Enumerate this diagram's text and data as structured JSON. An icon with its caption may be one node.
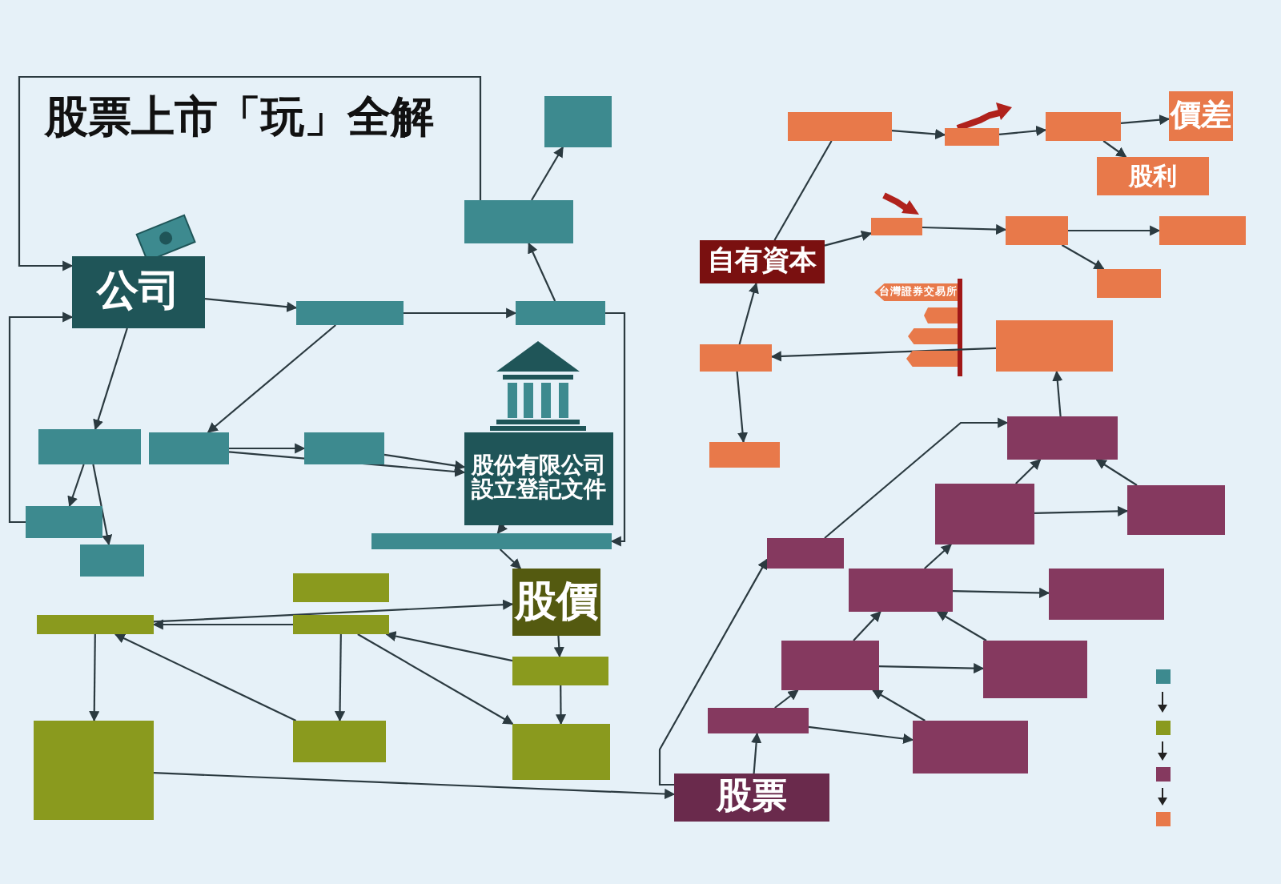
{
  "diagram": {
    "title": "股票上市「玩」全解",
    "nodes": [
      {
        "text": [
          "公司"
        ]
      },
      {
        "text": [],
        "shape": "box"
      },
      {
        "text": [],
        "shape": "box"
      },
      {
        "text": [],
        "shape": "box"
      },
      {
        "text": [],
        "shape": "box"
      },
      {
        "text": [
          "股份有限公司設立登記文件"
        ]
      },
      {
        "text": [],
        "shape": "box"
      },
      {
        "text": [],
        "shape": "box"
      },
      {
        "text": [],
        "shape": "box"
      },
      {
        "text": [],
        "shape": "box"
      },
      {
        "text": [],
        "shape": "box"
      },
      {
        "text": [],
        "shape": "box"
      },
      {
        "text": [
          "股價"
        ]
      },
      {
        "text": [],
        "shape": "box"
      },
      {
        "text": [],
        "shape": "box"
      },
      {
        "text": [],
        "shape": "box"
      },
      {
        "text": [],
        "shape": "box"
      },
      {
        "text": [],
        "shape": "box"
      },
      {
        "text": [],
        "shape": "box"
      },
      {
        "text": [],
        "shape": "box"
      },
      {
        "text": [
          "股票"
        ]
      },
      {
        "text": [],
        "shape": "box"
      },
      {
        "text": [],
        "shape": "box"
      },
      {
        "text": [],
        "shape": "box"
      },
      {
        "text": [],
        "shape": "box"
      },
      {
        "text": [],
        "shape": "box"
      },
      {
        "text": [],
        "shape": "box"
      },
      {
        "text": [],
        "shape": "box"
      },
      {
        "text": [],
        "shape": "box"
      },
      {
        "text": [],
        "shape": "box"
      },
      {
        "text": [],
        "shape": "box"
      },
      {
        "text": [
          "自有資本"
        ]
      },
      {
        "text": [],
        "shape": "box"
      },
      {
        "text": [],
        "shape": "box"
      },
      {
        "text": [],
        "shape": "box"
      },
      {
        "text": [
          "價差"
        ]
      },
      {
        "text": [
          "股利"
        ]
      },
      {
        "text": [],
        "shape": "box"
      },
      {
        "text": [],
        "shape": "box"
      },
      {
        "text": [],
        "shape": "box"
      },
      {
        "text": [],
        "shape": "box"
      },
      {
        "text": [
          "台灣證券交易所"
        ]
      },
      {
        "text": [],
        "shape": "flag"
      },
      {
        "text": [],
        "shape": "flag"
      },
      {
        "text": [],
        "shape": "flag"
      },
      {
        "text": [],
        "shape": "box"
      },
      {
        "text": [],
        "shape": "box"
      },
      {
        "text": [],
        "shape": "box"
      }
    ],
    "edges": [
      {
        "from": 0,
        "to": 1,
        "arrow": "to"
      },
      {
        "from": 1,
        "to": 2,
        "arrow": "to"
      },
      {
        "from": 2,
        "to": 4,
        "arrow": "to"
      },
      {
        "from": 4,
        "to": 3,
        "arrow": "to"
      },
      {
        "from": 4,
        "to": 0,
        "arrow": "to"
      },
      {
        "from": 2,
        "to": 11,
        "arrow": "to"
      },
      {
        "from": 0,
        "to": 6,
        "arrow": "to"
      },
      {
        "from": 1,
        "to": 7,
        "arrow": "to"
      },
      {
        "from": 7,
        "to": 8,
        "arrow": "to"
      },
      {
        "from": 8,
        "to": 5,
        "arrow": "to"
      },
      {
        "from": 7,
        "to": 5,
        "arrow": "to"
      },
      {
        "from": 6,
        "to": 9,
        "arrow": "to"
      },
      {
        "from": 6,
        "to": 10,
        "arrow": "to"
      },
      {
        "from": 9,
        "to": 0,
        "arrow": "to"
      },
      {
        "from": 5,
        "to": 11,
        "arrow": "to"
      },
      {
        "from": 11,
        "to": 12,
        "arrow": "to"
      },
      {
        "from": 12,
        "to": 16,
        "arrow": "to"
      },
      {
        "from": 16,
        "to": 14,
        "arrow": "to"
      },
      {
        "from": 14,
        "to": 15,
        "arrow": "to"
      },
      {
        "from": 14,
        "to": 18,
        "arrow": "to"
      },
      {
        "from": 18,
        "to": 15,
        "arrow": "to"
      },
      {
        "from": 15,
        "to": 17,
        "arrow": "to"
      },
      {
        "from": 15,
        "to": 12,
        "arrow": "to"
      },
      {
        "from": 16,
        "to": 19,
        "arrow": "to"
      },
      {
        "from": 14,
        "to": 19,
        "arrow": "to"
      },
      {
        "from": 17,
        "to": 20,
        "arrow": "to"
      },
      {
        "from": 20,
        "to": 21,
        "arrow": "to"
      },
      {
        "from": 21,
        "to": 30,
        "arrow": "to"
      },
      {
        "from": 21,
        "to": 22,
        "arrow": "to"
      },
      {
        "from": 22,
        "to": 29,
        "arrow": "to"
      },
      {
        "from": 22,
        "to": 23,
        "arrow": "to"
      },
      {
        "from": 23,
        "to": 28,
        "arrow": "to"
      },
      {
        "from": 23,
        "to": 25,
        "arrow": "to"
      },
      {
        "from": 25,
        "to": 27,
        "arrow": "to"
      },
      {
        "from": 25,
        "to": 26,
        "arrow": "to"
      },
      {
        "from": 20,
        "to": 24,
        "arrow": "to"
      },
      {
        "from": 24,
        "to": 26,
        "arrow": "to"
      },
      {
        "from": 30,
        "to": 22,
        "arrow": "to"
      },
      {
        "from": 29,
        "to": 23,
        "arrow": "to"
      },
      {
        "from": 27,
        "to": 26,
        "arrow": "to"
      },
      {
        "from": 26,
        "to": 45,
        "arrow": "to"
      },
      {
        "from": 45,
        "to": 46,
        "arrow": "to"
      },
      {
        "from": 46,
        "to": 31,
        "arrow": "to"
      },
      {
        "from": 46,
        "to": 47,
        "arrow": "to"
      },
      {
        "from": 31,
        "to": 32,
        "arrow": "none"
      },
      {
        "from": 31,
        "to": 37,
        "arrow": "to"
      },
      {
        "from": 32,
        "to": 33,
        "arrow": "to"
      },
      {
        "from": 33,
        "to": 34,
        "arrow": "to"
      },
      {
        "from": 34,
        "to": 35,
        "arrow": "to"
      },
      {
        "from": 34,
        "to": 36,
        "arrow": "to"
      },
      {
        "from": 37,
        "to": 38,
        "arrow": "to"
      },
      {
        "from": 38,
        "to": 39,
        "arrow": "to"
      },
      {
        "from": 38,
        "to": 40,
        "arrow": "to"
      }
    ]
  }
}
